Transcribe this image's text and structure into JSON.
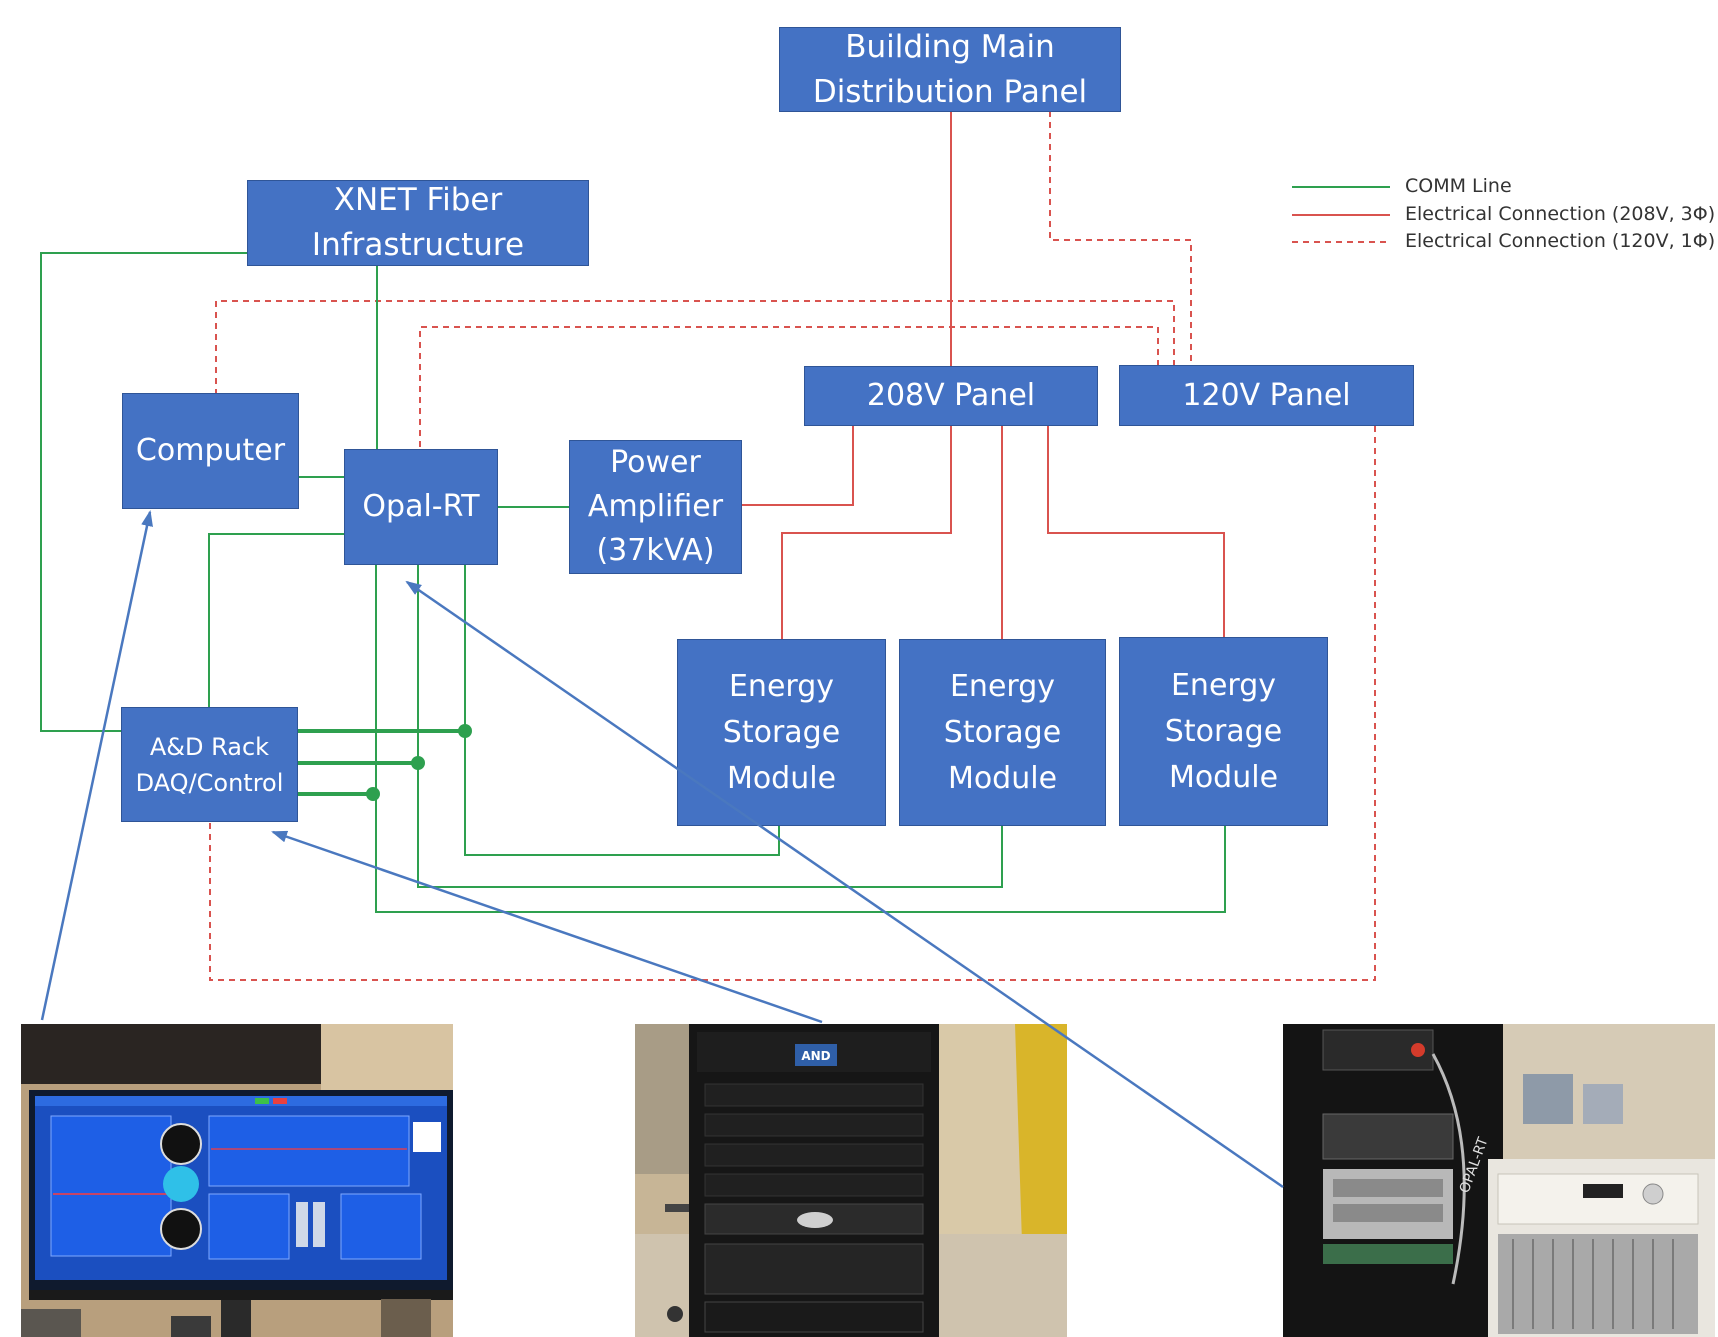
{
  "colors": {
    "box_fill": "#4472c4",
    "comm_line": "#2ea04f",
    "electrical_line": "#d9534f",
    "arrow": "#4a78bf"
  },
  "boxes": {
    "building_main": [
      "Building Main",
      "Distribution Panel"
    ],
    "xnet": [
      "XNET Fiber",
      "Infrastructure"
    ],
    "computer": [
      "Computer"
    ],
    "opal_rt": [
      "Opal-RT"
    ],
    "power_amplifier": [
      "Power",
      "Amplifier",
      "(37kVA)"
    ],
    "panel_208": [
      "208V Panel"
    ],
    "panel_120": [
      "120V Panel"
    ],
    "esm_1": [
      "Energy",
      "Storage",
      "Module"
    ],
    "esm_2": [
      "Energy",
      "Storage",
      "Module"
    ],
    "esm_3": [
      "Energy",
      "Storage",
      "Module"
    ],
    "ad_rack": [
      "A&D Rack",
      "DAQ/Control"
    ]
  },
  "legend": [
    {
      "label": "COMM Line",
      "style": "solid",
      "color": "#2ea04f"
    },
    {
      "label": "Electrical Connection (208V, 3Φ)",
      "style": "solid",
      "color": "#d9534f"
    },
    {
      "label": "Electrical Connection (120V, 1Φ)",
      "style": "dashed",
      "color": "#d9534f"
    }
  ],
  "photos": [
    {
      "name": "computer-photo",
      "depicts": "monitor-screen"
    },
    {
      "name": "ad-rack-photo",
      "depicts": "rack-cabinet",
      "logo": "AND"
    },
    {
      "name": "opal-rt-photo",
      "depicts": "opal-rt-cabinet",
      "logo": "OPAL-RT"
    }
  ]
}
